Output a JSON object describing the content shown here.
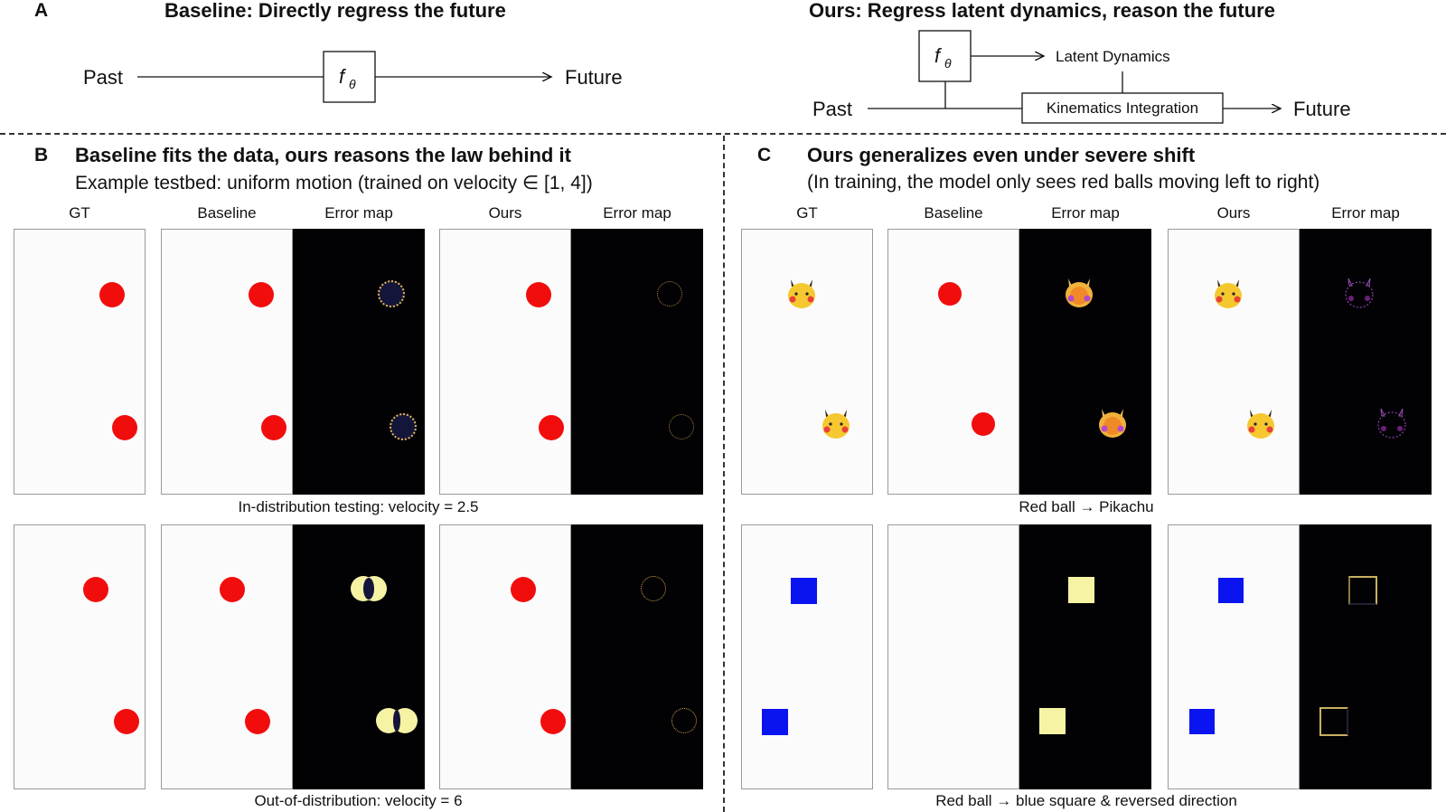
{
  "panel_a": {
    "letter": "A",
    "baseline_title": "Baseline: Directly regress the future",
    "ours_title": "Ours: Regress latent dynamics, reason the future",
    "past": "Past",
    "future": "Future",
    "func_label": "f",
    "func_sub": "θ",
    "latent_dynamics": "Latent Dynamics",
    "kinematics_integration": "Kinematics Integration"
  },
  "panel_b": {
    "letter": "B",
    "title": "Baseline fits the data, ours reasons the law behind it",
    "subtitle": "Example testbed: uniform motion (trained on velocity ∈ [1, 4])",
    "col_headers": [
      "GT",
      "Baseline",
      "Error map",
      "Ours",
      "Error map"
    ],
    "row1_caption": "In-distribution testing: velocity = 2.5",
    "row2_caption": "Out-of-distribution: velocity = 6"
  },
  "panel_c": {
    "letter": "C",
    "title": "Ours generalizes even under severe shift",
    "subtitle": "(In training, the model only sees red balls moving left to right)",
    "col_headers": [
      "GT",
      "Baseline",
      "Error map",
      "Ours",
      "Error map"
    ],
    "row1_caption": "Red ball → Pikachu",
    "row2_caption": "Red ball → blue square & reversed direction"
  },
  "colors": {
    "ball": "#f20d0d",
    "blue_square": "#0a14f0",
    "error_yellow": "#f6f3a4",
    "panel_bg": "#fbfbfb",
    "map_bg": "#020205",
    "pikachu": "#f5c830"
  }
}
